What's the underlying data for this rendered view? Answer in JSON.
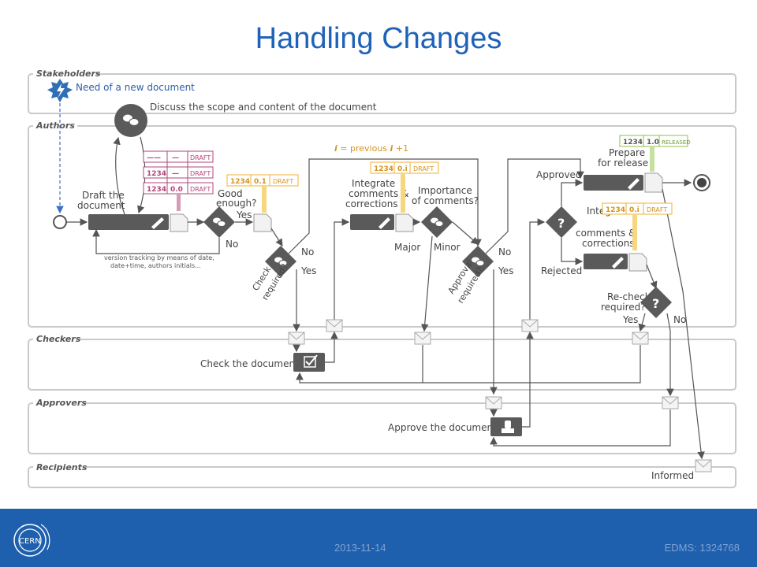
{
  "slide": {
    "title": "Handling Changes",
    "footer_date": "2013-11-14",
    "footer_doc": "EDMS: 1324768",
    "logo_text": "CERN"
  },
  "lanes": {
    "stakeholders": "Stakeholders",
    "authors": "Authors",
    "checkers": "Checkers",
    "approvers": "Approvers",
    "recipients": "Recipients"
  },
  "labels": {
    "need_doc": "Need of a new document",
    "discuss": "Discuss the scope and content of the document",
    "draft_1": "Draft the",
    "draft_2": "document",
    "version_1": "version tracking by means of date,",
    "version_2": "date+time, authors initials...",
    "good_1": "Good",
    "good_2": "enough?",
    "yes": "Yes",
    "no": "No",
    "check_req_1": "Check",
    "check_req_2": "required?",
    "integrate_1": "Integrate",
    "integrate_2": "comments &",
    "integrate_3": "corrections",
    "importance_1": "Importance",
    "importance_2": "of comments?",
    "major": "Major",
    "minor": "Minor",
    "approval_1": "Approval",
    "approval_2": "required?",
    "approved": "Approved",
    "rejected": "Rejected",
    "prepare_1": "Prepare",
    "prepare_2": "for release",
    "recheck_1": "Re-check",
    "recheck_2": "required?",
    "formula_i": "i",
    "formula_mid": " = previous ",
    "formula_end": " +1",
    "check_doc": "Check the document",
    "approve_doc": "Approve the document",
    "informed": "Informed",
    "question": "?"
  },
  "tags": {
    "dash_num": "——",
    "dash_ver": "—",
    "draft": "DRAFT",
    "num": "1234",
    "v00": "0.0",
    "v01": "0.1",
    "v0i": "0.i",
    "v10": "1.0",
    "released": "RELEASED"
  },
  "colors": {
    "title": "#1f63b8",
    "footer": "#1e60ad",
    "draft_tag": "#b2457a",
    "draft_yellow": "#f2b234",
    "released_green": "#8cbf4a",
    "shape_dark": "#5a5a5a",
    "lane_border": "#c9c9c9"
  }
}
